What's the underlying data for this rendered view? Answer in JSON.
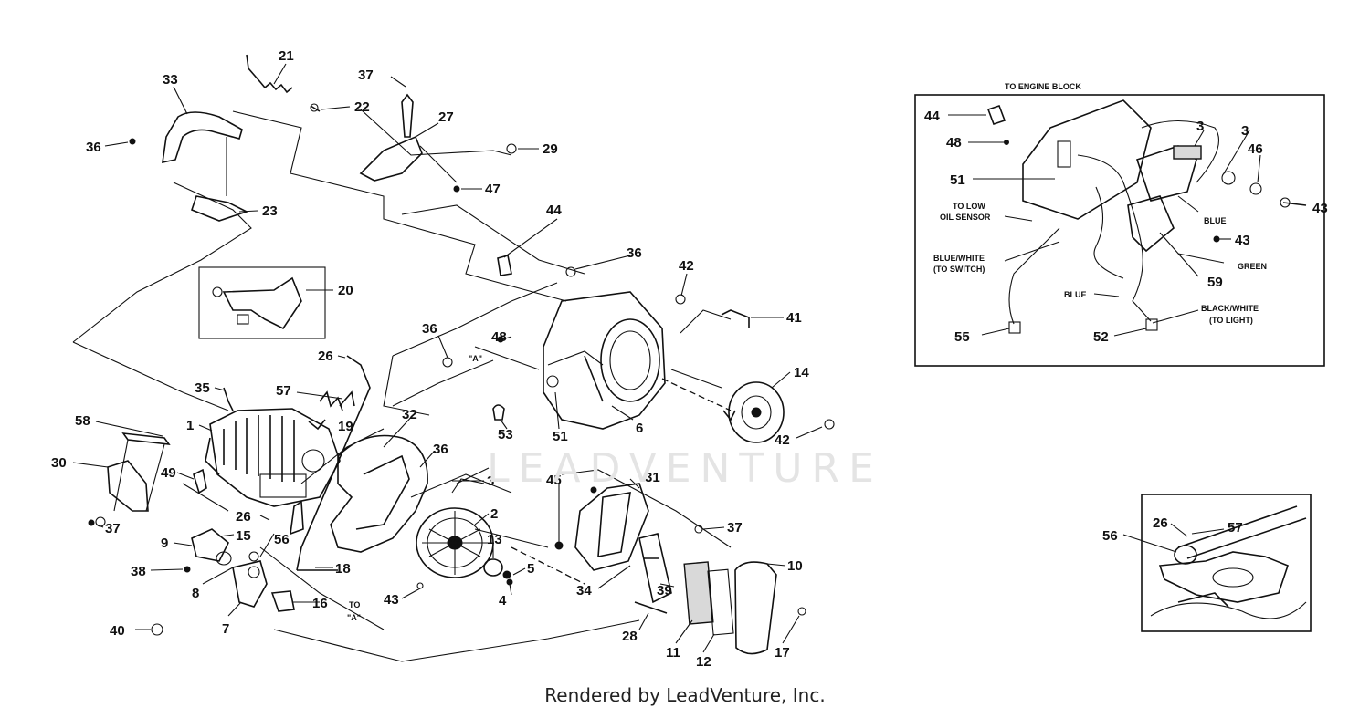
{
  "diagram": {
    "footer": "Rendered by LeadVenture, Inc.",
    "watermark": "LEADVENTURE",
    "inset_top_label": "TO ENGINE BLOCK",
    "inset_labels": {
      "low_oil_1": "TO LOW",
      "low_oil_2": "OIL SENSOR",
      "blue_white_1": "BLUE/WHITE",
      "blue_white_2": "(TO SWITCH)",
      "blue_a": "BLUE",
      "blue_b": "BLUE",
      "green": "GREEN",
      "black_white_1": "BLACK/WHITE",
      "black_white_2": "(TO LIGHT)"
    },
    "ref_a_1": "\"A\"",
    "ref_a_2_top": "TO",
    "ref_a_2_bot": "\"A\"",
    "parts": [
      "1",
      "2",
      "3",
      "4",
      "5",
      "6",
      "7",
      "8",
      "9",
      "10",
      "11",
      "12",
      "13",
      "14",
      "15",
      "16",
      "17",
      "18",
      "19",
      "20",
      "21",
      "22",
      "23",
      "26",
      "27",
      "28",
      "29",
      "30",
      "31",
      "32",
      "33",
      "34",
      "35",
      "36",
      "37",
      "38",
      "39",
      "40",
      "41",
      "42",
      "43",
      "44",
      "45",
      "46",
      "47",
      "48",
      "49",
      "51",
      "52",
      "53",
      "55",
      "56",
      "57",
      "58",
      "59"
    ],
    "callouts": {
      "c1": "1",
      "c2": "2",
      "c3": "3",
      "c4": "4",
      "c5": "5",
      "c6": "6",
      "c7": "7",
      "c8": "8",
      "c9": "9",
      "c10": "10",
      "c11": "11",
      "c12": "12",
      "c13": "13",
      "c14": "14",
      "c15": "15",
      "c16": "16",
      "c17": "17",
      "c18": "18",
      "c19": "19",
      "c20": "20",
      "c21": "21",
      "c22": "22",
      "c23": "23",
      "c26a": "26",
      "c26b": "26",
      "c27": "27",
      "c28": "28",
      "c29": "29",
      "c30": "30",
      "c31": "31",
      "c32": "32",
      "c33": "33",
      "c34": "34",
      "c35": "35",
      "c36a": "36",
      "c36b": "36",
      "c36c": "36",
      "c36d": "36",
      "c37a": "37",
      "c37b": "37",
      "c37c": "37",
      "c38": "38",
      "c39": "39",
      "c40": "40",
      "c41": "41",
      "c42a": "42",
      "c42b": "42",
      "c43a": "43",
      "c44a": "44",
      "c45": "45",
      "c47": "47",
      "c48a": "48",
      "c49": "49",
      "c51a": "51",
      "c53": "53",
      "c56a": "56",
      "c57a": "57",
      "c58": "58",
      "c3b": "3",
      "i44": "44",
      "i48": "48",
      "i51": "51",
      "i3a": "3",
      "i3b": "3",
      "i46": "46",
      "i43a": "43",
      "i43b": "43",
      "i59": "59",
      "i55": "55",
      "i52": "52",
      "d56": "56",
      "d26": "26",
      "d57": "57"
    }
  }
}
